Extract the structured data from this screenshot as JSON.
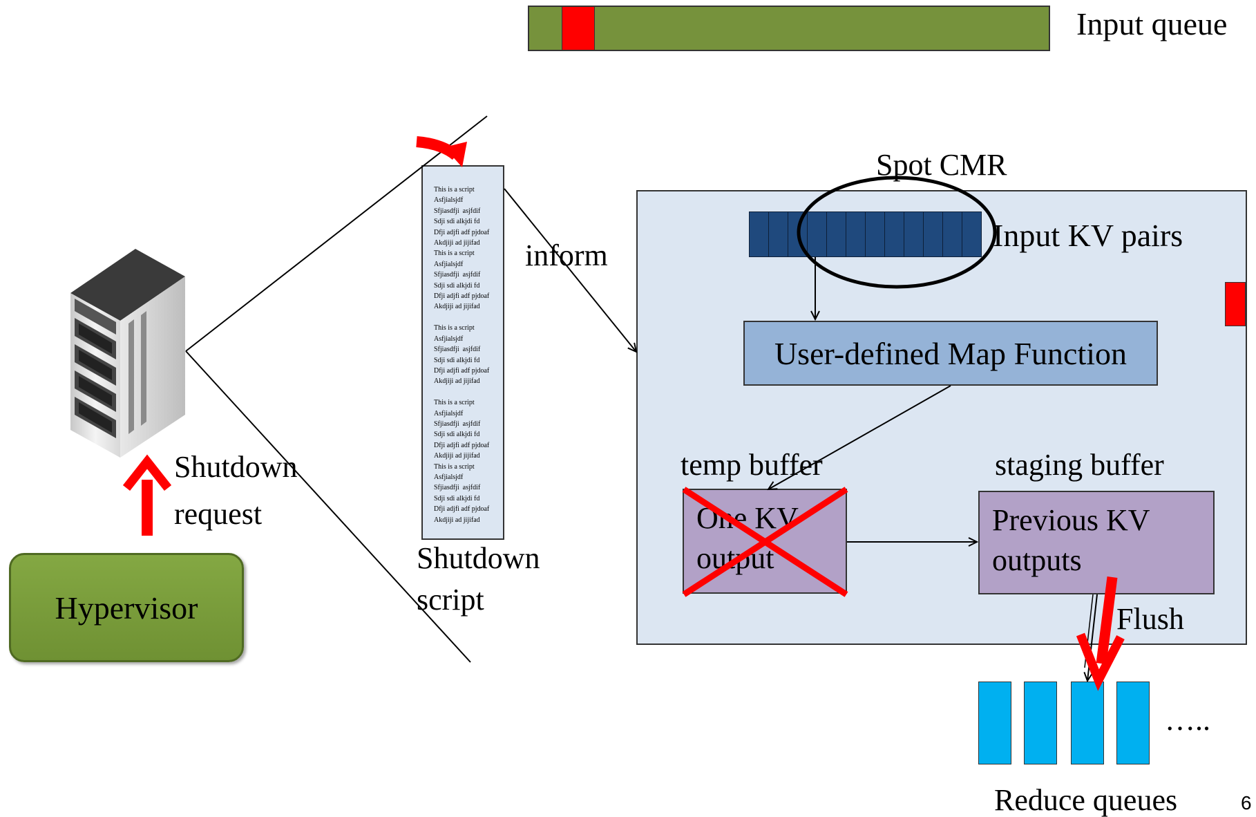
{
  "input_queue": {
    "label": "Input queue"
  },
  "shutdown_script": {
    "label_line1": "Shutdown",
    "label_line2": "script",
    "lines": [
      "This is a script",
      "Asfjialsjdf",
      "Sfjiasdfji  asjfdif",
      "Sdji sdi alkjdi fd",
      "Dfji adjfi adf pjdoaf",
      "Akdjiji ad jijifad",
      "This is a script",
      "Asfjialsjdf",
      "Sfjiasdfji  asjfdif",
      "Sdji sdi alkjdi fd",
      "Dfji adjfi adf pjdoaf",
      "Akdjiji ad jijifad",
      "",
      "This is a script",
      "Asfjialsjdf",
      "Sfjiasdfji  asjfdif",
      "Sdji sdi alkjdi fd",
      "Dfji adjfi adf pjdoaf",
      "Akdjiji ad jijifad",
      "",
      "This is a script",
      "Asfjialsjdf",
      "Sfjiasdfji  asjfdif",
      "Sdji sdi alkjdi fd",
      "Dfji adjfi adf pjdoaf",
      "Akdjiji ad jijifad",
      "This is a script",
      "Asfjialsjdf",
      "Sfjiasdfji  asjfdif",
      "Sdji sdi alkjdi fd",
      "Dfji adjfi adf pjdoaf",
      "Akdjiji ad jijifad"
    ]
  },
  "inform_label": "inform",
  "shutdown_request": {
    "line1": "Shutdown",
    "line2": "request"
  },
  "hypervisor": {
    "label": "Hypervisor"
  },
  "spot_cmr": {
    "title": "Spot CMR",
    "input_kv_label": "Input KV pairs",
    "map_function_label": "User-defined Map Function",
    "temp_buffer_label": "temp buffer",
    "temp_buffer_content_line1": "One KV",
    "temp_buffer_content_line2": "output",
    "staging_buffer_label": "staging buffer",
    "staging_buffer_content_line1": "Previous KV",
    "staging_buffer_content_line2": "outputs",
    "flush_label": "Flush"
  },
  "reduce": {
    "label": "Reduce queues",
    "ellipsis": "….."
  },
  "slide_number": "6",
  "colors": {
    "queue_green": "#76923c",
    "marker_red": "#ff0000",
    "panel_blue": "#dce6f2",
    "kv_navy": "#1f497d",
    "map_blue": "#95b3d7",
    "buffer_purple": "#b2a1c7",
    "reduce_cyan": "#00b0f0",
    "hypervisor_green": "#76923c"
  }
}
